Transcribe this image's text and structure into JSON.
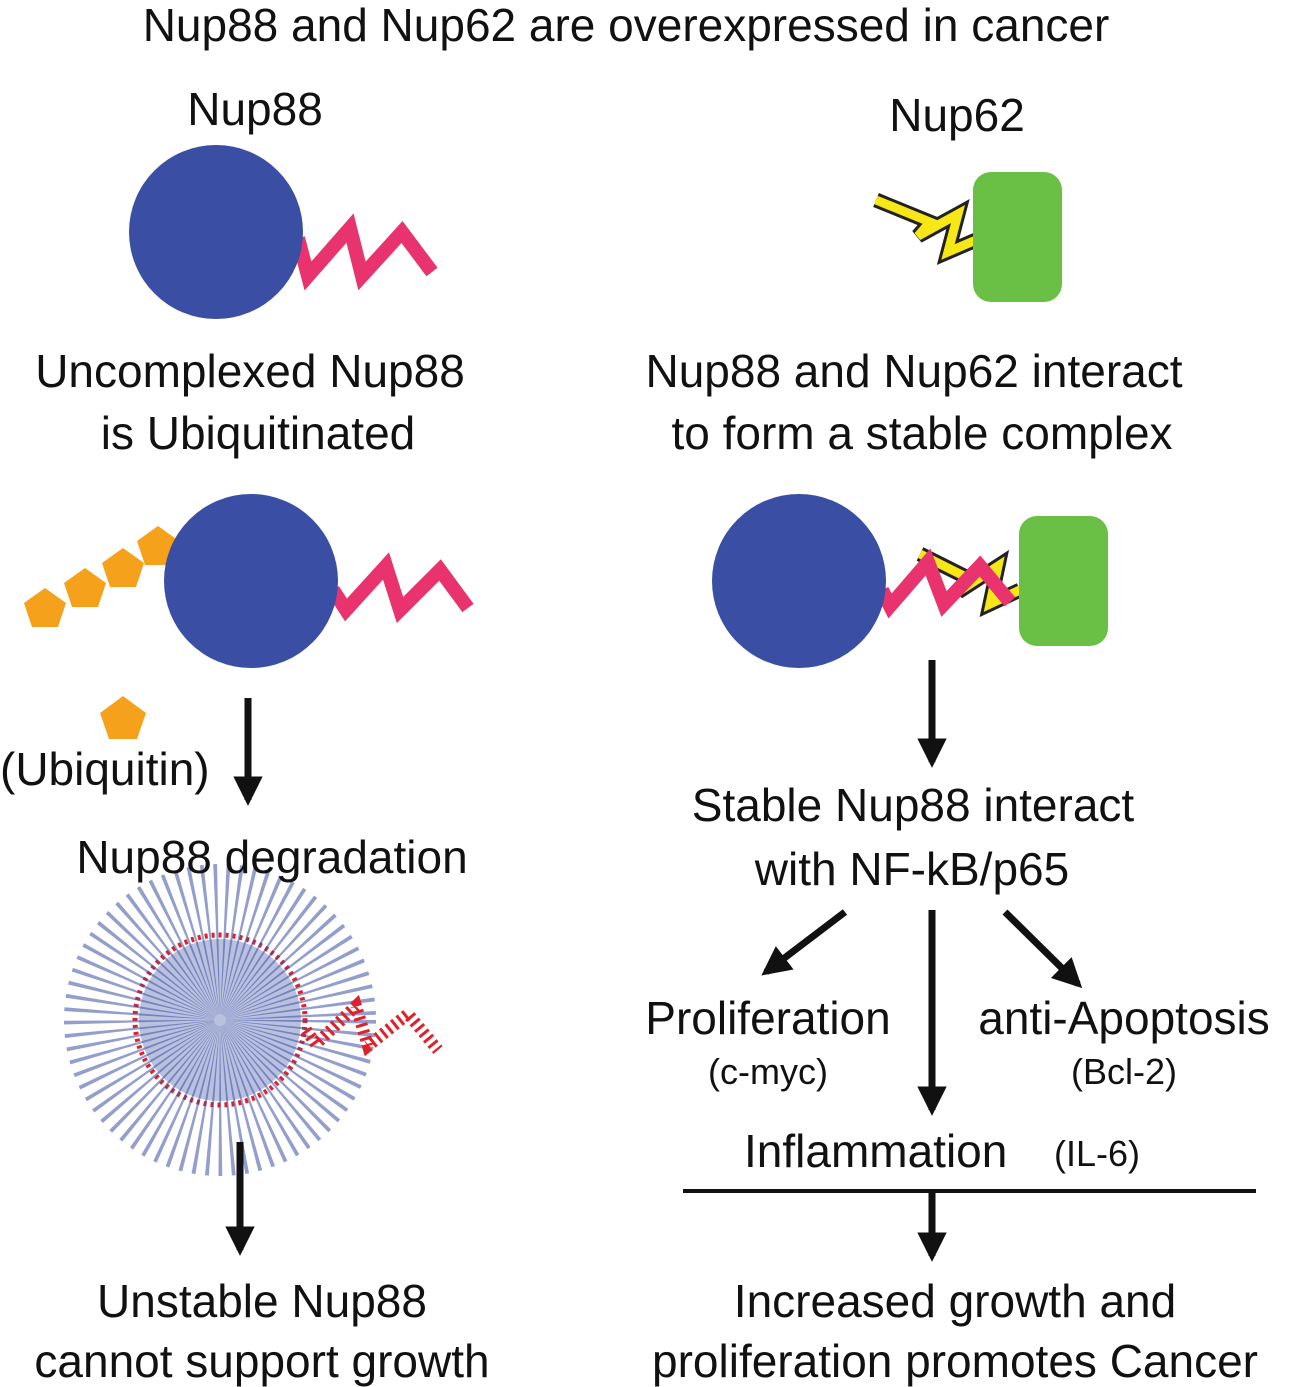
{
  "title": "Nup88 and Nup62 are overexpressed in cancer",
  "left": {
    "heading": "Nup88",
    "state_line1": "Uncomplexed Nup88",
    "state_line2": "is Ubiquitinated",
    "ubiquitin_label": "(Ubiquitin)",
    "degradation": "Nup88 degradation",
    "outcome_line1": "Unstable Nup88",
    "outcome_line2": "cannot support growth"
  },
  "right": {
    "heading": "Nup62",
    "state_line1": "Nup88 and Nup62 interact",
    "state_line2": "to form a stable complex",
    "interaction_line1": "Stable Nup88 interact",
    "interaction_line2": "with NF-kB/p65",
    "proliferation": "Proliferation",
    "proliferation_gene": "(c-myc)",
    "anti_apoptosis": "anti-Apoptosis",
    "anti_apoptosis_gene": "(Bcl-2)",
    "inflammation": "Inflammation",
    "inflammation_gene": "(IL-6)",
    "outcome_line1": "Increased growth and",
    "outcome_line2": "proliferation promotes Cancer"
  },
  "colors": {
    "nup88_body": "#3a4ea3",
    "nup88_tail": "#e8336f",
    "nup62_body": "#6abf45",
    "nup62_tail": "#f7e716",
    "ubiquitin": "#f5a11c",
    "degraded_edge": "#e0212a",
    "arrow": "#111111"
  }
}
